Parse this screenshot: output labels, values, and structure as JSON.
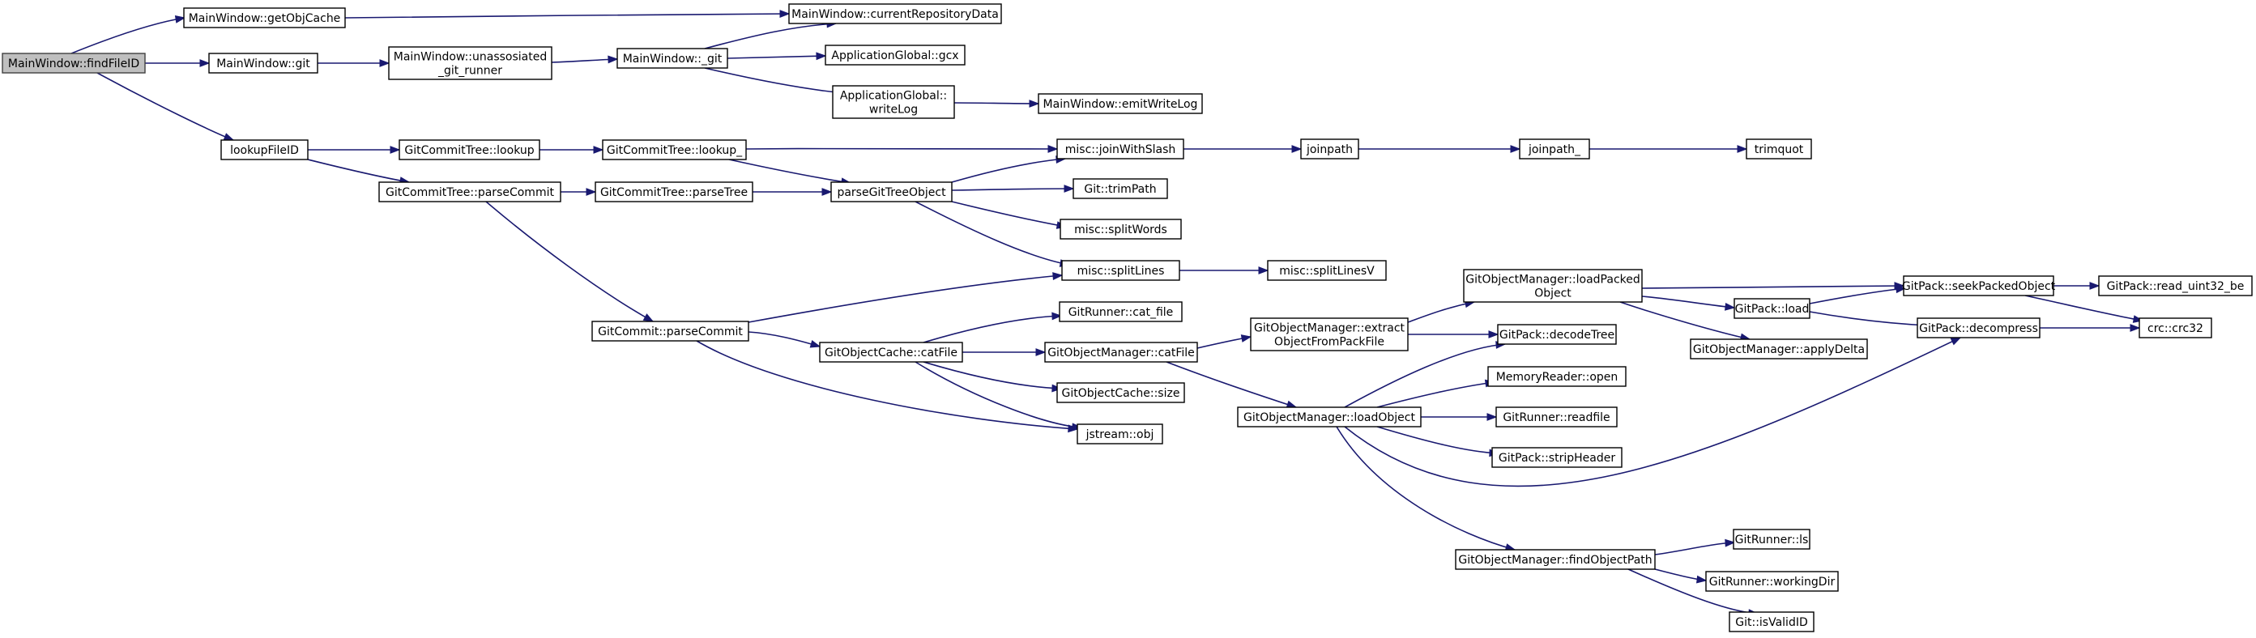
{
  "diagram": {
    "root": "findFileID",
    "nodes": [
      {
        "id": "findFileID",
        "lines": [
          "MainWindow::findFileID"
        ]
      },
      {
        "id": "getObjCache",
        "lines": [
          "MainWindow::getObjCache"
        ]
      },
      {
        "id": "currentRepositoryData",
        "lines": [
          "MainWindow::currentRepositoryData"
        ]
      },
      {
        "id": "mwgit",
        "lines": [
          "MainWindow::git"
        ]
      },
      {
        "id": "unassosiated",
        "lines": [
          "MainWindow::unassosiated",
          "_git_runner"
        ]
      },
      {
        "id": "mw_git",
        "lines": [
          "MainWindow::_git"
        ]
      },
      {
        "id": "gcx",
        "lines": [
          "ApplicationGlobal::gcx"
        ]
      },
      {
        "id": "writeLog",
        "lines": [
          "ApplicationGlobal::",
          "writeLog"
        ]
      },
      {
        "id": "emitWriteLog",
        "lines": [
          "MainWindow::emitWriteLog"
        ]
      },
      {
        "id": "lookupFileID",
        "lines": [
          "lookupFileID"
        ]
      },
      {
        "id": "gctLookup",
        "lines": [
          "GitCommitTree::lookup"
        ]
      },
      {
        "id": "gctLookup_",
        "lines": [
          "GitCommitTree::lookup_"
        ]
      },
      {
        "id": "joinWithSlash",
        "lines": [
          "misc::joinWithSlash"
        ]
      },
      {
        "id": "joinpath",
        "lines": [
          "joinpath"
        ]
      },
      {
        "id": "joinpath_",
        "lines": [
          "joinpath_"
        ]
      },
      {
        "id": "trimquot",
        "lines": [
          "trimquot"
        ]
      },
      {
        "id": "gctParseCommit",
        "lines": [
          "GitCommitTree::parseCommit"
        ]
      },
      {
        "id": "gctParseTree",
        "lines": [
          "GitCommitTree::parseTree"
        ]
      },
      {
        "id": "parseGitTreeObject",
        "lines": [
          "parseGitTreeObject"
        ]
      },
      {
        "id": "trimPath",
        "lines": [
          "Git::trimPath"
        ]
      },
      {
        "id": "splitWords",
        "lines": [
          "misc::splitWords"
        ]
      },
      {
        "id": "splitLines",
        "lines": [
          "misc::splitLines"
        ]
      },
      {
        "id": "splitLinesV",
        "lines": [
          "misc::splitLinesV"
        ]
      },
      {
        "id": "gcParseCommit",
        "lines": [
          "GitCommit::parseCommit"
        ]
      },
      {
        "id": "gocCatFile",
        "lines": [
          "GitObjectCache::catFile"
        ]
      },
      {
        "id": "grCatFile",
        "lines": [
          "GitRunner::cat_file"
        ]
      },
      {
        "id": "gomCatFile",
        "lines": [
          "GitObjectManager::catFile"
        ]
      },
      {
        "id": "gocSize",
        "lines": [
          "GitObjectCache::size"
        ]
      },
      {
        "id": "jstreamObj",
        "lines": [
          "jstream::obj"
        ]
      },
      {
        "id": "extractObject",
        "lines": [
          "GitObjectManager::extract",
          "ObjectFromPackFile"
        ]
      },
      {
        "id": "loadPacked",
        "lines": [
          "GitObjectManager::loadPacked",
          "Object"
        ]
      },
      {
        "id": "decodeTree",
        "lines": [
          "GitPack::decodeTree"
        ]
      },
      {
        "id": "gpLoad",
        "lines": [
          "GitPack::load"
        ]
      },
      {
        "id": "applyDelta",
        "lines": [
          "GitObjectManager::applyDelta"
        ]
      },
      {
        "id": "seekPacked",
        "lines": [
          "GitPack::seekPackedObject"
        ]
      },
      {
        "id": "readUint32",
        "lines": [
          "GitPack::read_uint32_be"
        ]
      },
      {
        "id": "decompress",
        "lines": [
          "GitPack::decompress"
        ]
      },
      {
        "id": "crc32",
        "lines": [
          "crc::crc32"
        ]
      },
      {
        "id": "loadObject",
        "lines": [
          "GitObjectManager::loadObject"
        ]
      },
      {
        "id": "mrOpen",
        "lines": [
          "MemoryReader::open"
        ]
      },
      {
        "id": "readfile",
        "lines": [
          "GitRunner::readfile"
        ]
      },
      {
        "id": "stripHeader",
        "lines": [
          "GitPack::stripHeader"
        ]
      },
      {
        "id": "findObjectPath",
        "lines": [
          "GitObjectManager::findObjectPath"
        ]
      },
      {
        "id": "grLs",
        "lines": [
          "GitRunner::ls"
        ]
      },
      {
        "id": "workingDir",
        "lines": [
          "GitRunner::workingDir"
        ]
      },
      {
        "id": "isValidID",
        "lines": [
          "Git::isValidID"
        ]
      }
    ],
    "edges": [
      [
        "findFileID",
        "getObjCache"
      ],
      [
        "findFileID",
        "mwgit"
      ],
      [
        "findFileID",
        "lookupFileID"
      ],
      [
        "getObjCache",
        "currentRepositoryData"
      ],
      [
        "mwgit",
        "unassosiated"
      ],
      [
        "unassosiated",
        "mw_git"
      ],
      [
        "mw_git",
        "currentRepositoryData"
      ],
      [
        "mw_git",
        "gcx"
      ],
      [
        "mw_git",
        "writeLog"
      ],
      [
        "writeLog",
        "emitWriteLog"
      ],
      [
        "lookupFileID",
        "gctLookup"
      ],
      [
        "lookupFileID",
        "gctParseCommit"
      ],
      [
        "gctLookup",
        "gctLookup_"
      ],
      [
        "gctLookup_",
        "joinWithSlash"
      ],
      [
        "gctLookup_",
        "parseGitTreeObject"
      ],
      [
        "joinWithSlash",
        "joinpath"
      ],
      [
        "joinpath",
        "joinpath_"
      ],
      [
        "joinpath_",
        "trimquot"
      ],
      [
        "gctParseCommit",
        "gctParseTree"
      ],
      [
        "gctParseCommit",
        "gcParseCommit"
      ],
      [
        "gctParseTree",
        "parseGitTreeObject"
      ],
      [
        "parseGitTreeObject",
        "joinWithSlash"
      ],
      [
        "parseGitTreeObject",
        "trimPath"
      ],
      [
        "parseGitTreeObject",
        "splitWords"
      ],
      [
        "parseGitTreeObject",
        "splitLines"
      ],
      [
        "splitLines",
        "splitLinesV"
      ],
      [
        "gcParseCommit",
        "splitLines"
      ],
      [
        "gcParseCommit",
        "gocCatFile"
      ],
      [
        "gcParseCommit",
        "jstreamObj"
      ],
      [
        "gocCatFile",
        "grCatFile"
      ],
      [
        "gocCatFile",
        "gomCatFile"
      ],
      [
        "gocCatFile",
        "gocSize"
      ],
      [
        "gocCatFile",
        "jstreamObj"
      ],
      [
        "gomCatFile",
        "extractObject"
      ],
      [
        "gomCatFile",
        "loadObject"
      ],
      [
        "extractObject",
        "loadPacked"
      ],
      [
        "extractObject",
        "decodeTree"
      ],
      [
        "loadPacked",
        "seekPacked"
      ],
      [
        "loadPacked",
        "gpLoad"
      ],
      [
        "loadPacked",
        "applyDelta"
      ],
      [
        "gpLoad",
        "seekPacked"
      ],
      [
        "gpLoad",
        "decompress"
      ],
      [
        "seekPacked",
        "readUint32"
      ],
      [
        "seekPacked",
        "crc32"
      ],
      [
        "decompress",
        "crc32"
      ],
      [
        "loadObject",
        "decodeTree"
      ],
      [
        "loadObject",
        "mrOpen"
      ],
      [
        "loadObject",
        "readfile"
      ],
      [
        "loadObject",
        "stripHeader"
      ],
      [
        "loadObject",
        "decompress"
      ],
      [
        "loadObject",
        "findObjectPath"
      ],
      [
        "findObjectPath",
        "grLs"
      ],
      [
        "findObjectPath",
        "workingDir"
      ],
      [
        "findObjectPath",
        "isValidID"
      ]
    ]
  }
}
